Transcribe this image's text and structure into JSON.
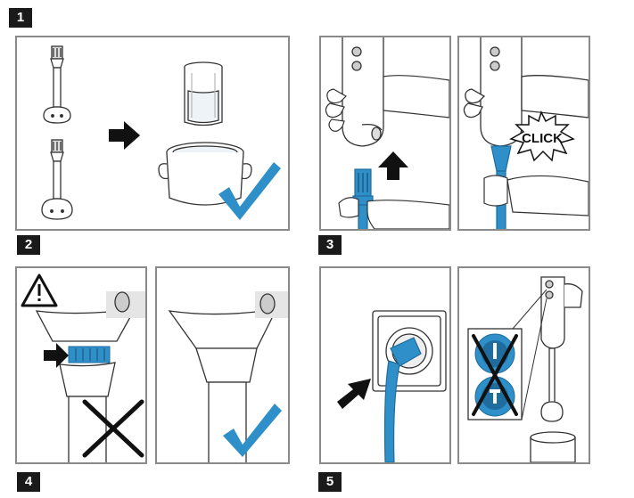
{
  "steps": [
    {
      "number": "1"
    },
    {
      "number": "2"
    },
    {
      "number": "3"
    },
    {
      "number": "4"
    },
    {
      "number": "5"
    }
  ],
  "click_label": "CLICK",
  "colors": {
    "blue": "#2e8fc9",
    "dark_blue": "#1f6d9e",
    "check": "#2e8fc9",
    "panel_border": "#8a8a8a",
    "badge": "#1a1a1a"
  },
  "icons": [
    "arrow-right-icon",
    "checkmark-icon",
    "arrow-up-icon",
    "warning-icon",
    "cross-icon"
  ]
}
